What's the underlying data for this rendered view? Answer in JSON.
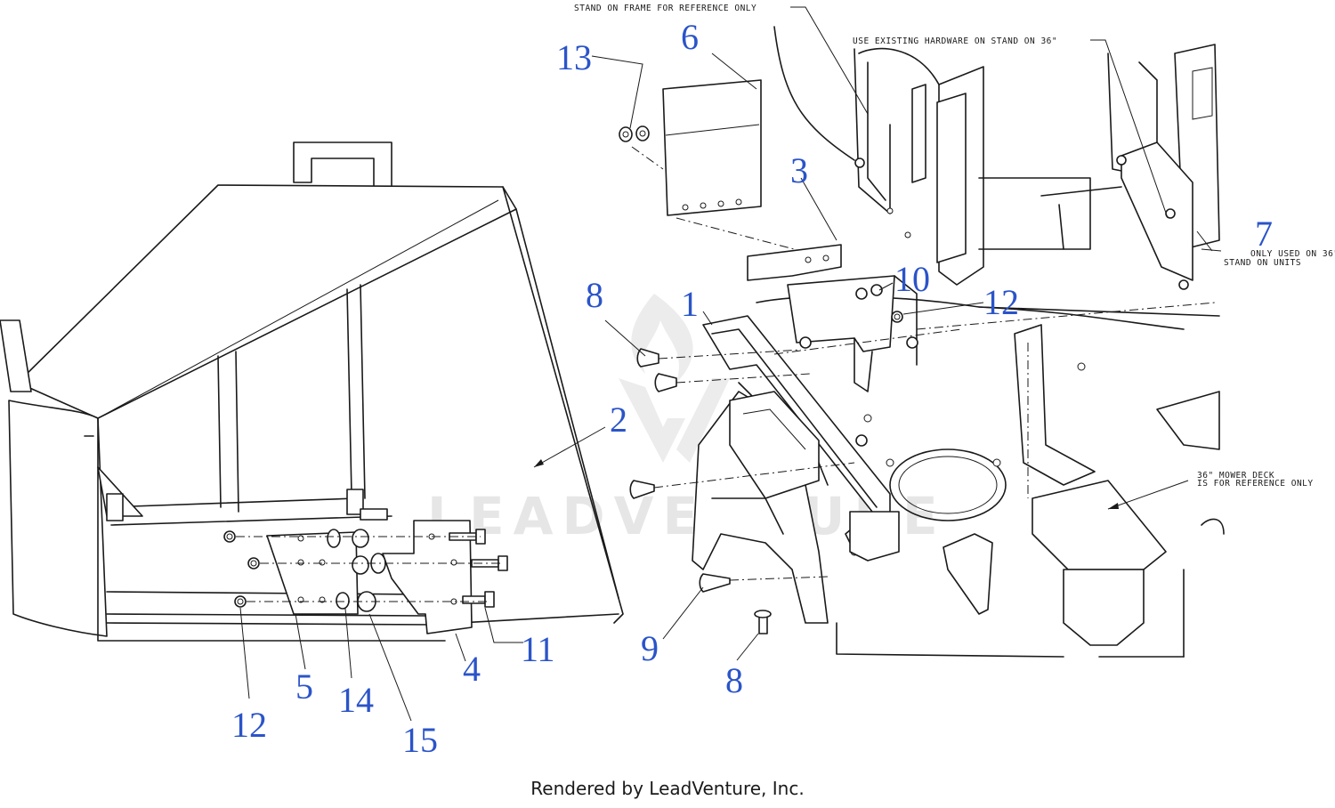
{
  "notes": {
    "stand_frame": "STAND ON FRAME FOR REFERENCE ONLY",
    "existing_hw": "USE EXISTING HARDWARE ON STAND ON 36\"",
    "only_used_1": "ONLY USED ON 36\"",
    "only_used_2": "STAND ON UNITS",
    "mower_deck_1": "36\" MOWER DECK",
    "mower_deck_2": "IS FOR REFERENCE ONLY"
  },
  "callouts": {
    "c1": "1",
    "c2": "2",
    "c3": "3",
    "c4": "4",
    "c5": "5",
    "c6": "6",
    "c7": "7",
    "c8a": "8",
    "c8b": "8",
    "c9": "9",
    "c10": "10",
    "c11": "11",
    "c12a": "12",
    "c12b": "12",
    "c13": "13",
    "c14": "14",
    "c15": "15"
  },
  "watermark": "LEADVENTURE",
  "footer": "Rendered by LeadVenture, Inc.",
  "colors": {
    "callout": "#2b54c9",
    "line": "#1a1a1a",
    "watermark": "#e6e6e6"
  }
}
